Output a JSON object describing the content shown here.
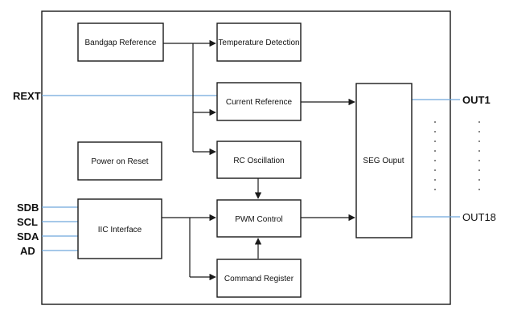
{
  "blocks": {
    "bandgap": "Bandgap Reference",
    "temperature": "Temperature Detection",
    "current_ref": "Current Reference",
    "power_on_reset": "Power on Reset",
    "rc_osc": "RC Oscillation",
    "seg_output": "SEG Ouput",
    "iic": "IIC Interface",
    "pwm": "PWM Control",
    "command_reg": "Command Register"
  },
  "pins": {
    "rext": "REXT",
    "sdb": "SDB",
    "scl": "SCL",
    "sda": "SDA",
    "ad": "AD",
    "out1": "OUT1",
    "out18": "OUT18"
  },
  "colors": {
    "wire": "#1a1a1a",
    "pin_wire": "#6fa8dc"
  }
}
